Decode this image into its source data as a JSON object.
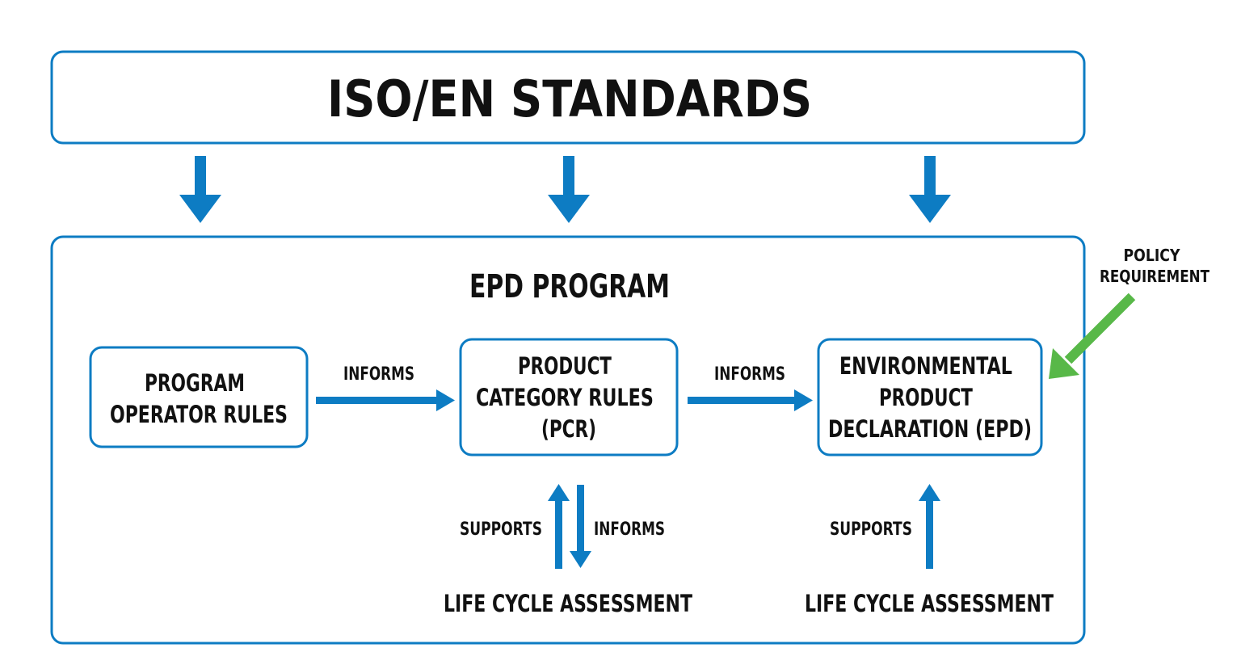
{
  "standards": {
    "title": "ISO/EN STANDARDS"
  },
  "program": {
    "title": "EPD PROGRAM",
    "nodes": {
      "operator_rules": {
        "lines": [
          "PROGRAM",
          "OPERATOR RULES"
        ]
      },
      "pcr": {
        "lines": [
          "PRODUCT",
          "CATEGORY RULES",
          "(PCR)"
        ]
      },
      "epd": {
        "lines": [
          "ENVIRONMENTAL",
          "PRODUCT",
          "DECLARATION (EPD)"
        ]
      }
    },
    "edges": {
      "operator_to_pcr": "INFORMS",
      "pcr_to_epd": "INFORMS",
      "lca_supports_pcr": "SUPPORTS",
      "pcr_informs_lca": "INFORMS",
      "lca_supports_epd": "SUPPORTS"
    },
    "lca_left": "LIFE CYCLE ASSESSMENT",
    "lca_right": "LIFE CYCLE ASSESSMENT"
  },
  "policy": {
    "lines": [
      "POLICY",
      "REQUIREMENT"
    ]
  },
  "colors": {
    "blue": "#0d7cc3",
    "green": "#58b848",
    "text": "#111111"
  }
}
